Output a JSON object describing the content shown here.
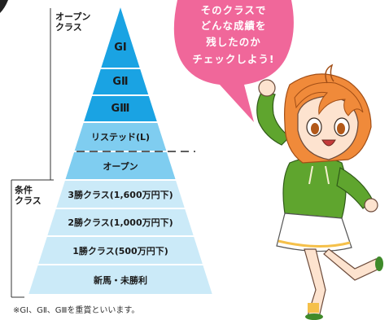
{
  "pyramid": {
    "tiers": [
      {
        "label": "GⅠ",
        "kind": "grade",
        "color": "#1aa3e3"
      },
      {
        "label": "GⅡ",
        "kind": "grade",
        "color": "#1aa3e3"
      },
      {
        "label": "GⅢ",
        "kind": "grade",
        "color": "#1aa3e3"
      },
      {
        "label": "リステッド(L)",
        "kind": "class",
        "color": "#7fcdf0"
      },
      {
        "label": "オープン",
        "kind": "class",
        "color": "#7fcdf0"
      },
      {
        "label": "3勝クラス(1,600万円下)",
        "kind": "class",
        "color": "#cbeaf8"
      },
      {
        "label": "2勝クラス(1,000万円下)",
        "kind": "class",
        "color": "#cbeaf8"
      },
      {
        "label": "1勝クラス(500万円下)",
        "kind": "class",
        "color": "#cbeaf8"
      },
      {
        "label": "新馬・未勝利",
        "kind": "class",
        "color": "#cbeaf8"
      }
    ]
  },
  "brackets": {
    "open_class": {
      "line1": "オープン",
      "line2": "クラス"
    },
    "condition_class": {
      "line1": "条件",
      "line2": "クラス"
    }
  },
  "speech_bubble": {
    "lines": [
      "そのクラスで",
      "どんな成績を",
      "残したのか",
      "チェックしよう!"
    ],
    "color": "#f0679a"
  },
  "footnote": "※GⅠ、GⅡ、GⅢを重賞といいます。",
  "character_colors": {
    "hair": "#f08a3a",
    "hoodie": "#5fa52e",
    "skirt": "#ffffff",
    "skirt_stripe": "#f5c04a",
    "skin": "#fde3cf"
  }
}
